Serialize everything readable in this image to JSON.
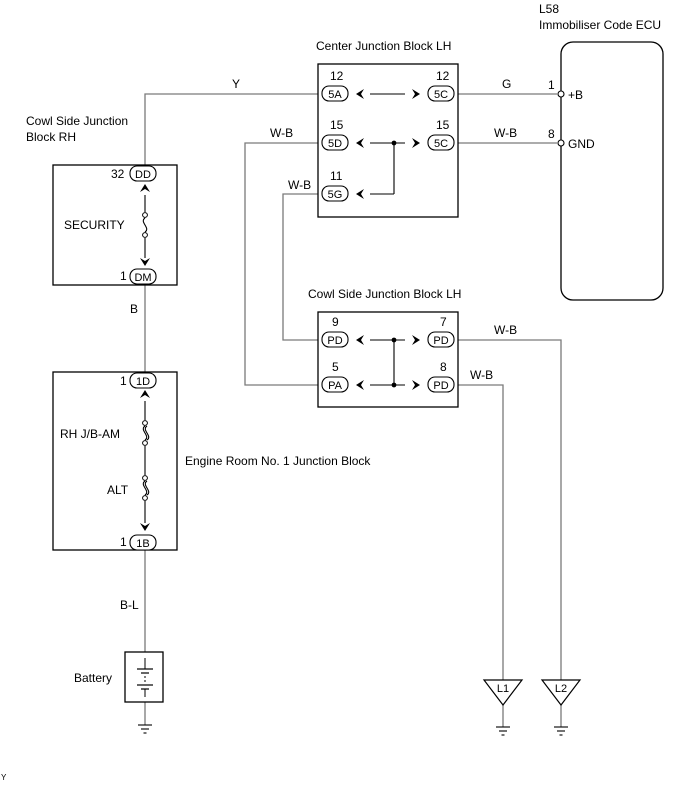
{
  "ecu": {
    "code": "L58",
    "name": "Immobiliser Code ECU",
    "pin_plus_b": {
      "num": "1",
      "label": "+B"
    },
    "pin_gnd": {
      "num": "8",
      "label": "GND"
    }
  },
  "center_jb": {
    "title": "Center Junction Block LH",
    "pins": [
      {
        "num": "12",
        "conn": "5A"
      },
      {
        "num": "12",
        "conn": "5C"
      },
      {
        "num": "15",
        "conn": "5D"
      },
      {
        "num": "15",
        "conn": "5C"
      },
      {
        "num": "11",
        "conn": "5G"
      }
    ]
  },
  "cowl_rh": {
    "title_line1": "Cowl Side Junction",
    "title_line2": "Block RH",
    "top_pin": {
      "num": "32",
      "conn": "DD"
    },
    "bottom_pin": {
      "num": "1",
      "conn": "DM"
    },
    "fuse": "SECURITY"
  },
  "cowl_lh": {
    "title": "Cowl Side Junction Block LH",
    "pins": [
      {
        "num": "9",
        "conn": "PD"
      },
      {
        "num": "7",
        "conn": "PD"
      },
      {
        "num": "5",
        "conn": "PA"
      },
      {
        "num": "8",
        "conn": "PD"
      }
    ]
  },
  "engine_jb": {
    "title": "Engine Room No. 1 Junction Block",
    "top_pin": {
      "num": "1",
      "conn": "1D"
    },
    "bottom_pin": {
      "num": "1",
      "conn": "1B"
    },
    "fuse1": "RH J/B-AM",
    "fuse2": "ALT"
  },
  "wires": {
    "y": "Y",
    "g": "G",
    "wb_top_left": "W-B",
    "wb_top_right": "W-B",
    "wb_5g": "W-B",
    "wb_l2": "W-B",
    "wb_l1": "W-B",
    "b": "B",
    "bl": "B-L"
  },
  "battery": "Battery",
  "grounds": {
    "l1": "L1",
    "l2": "L2"
  },
  "corner_mark": "Y"
}
